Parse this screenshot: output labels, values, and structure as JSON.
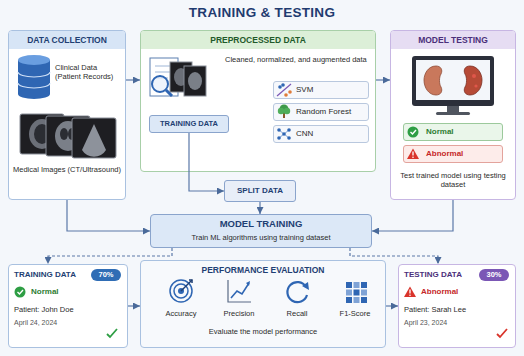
{
  "diagram": {
    "title": "TRAINING & TESTING",
    "nodes": [
      {
        "text": [
          "DATA COLLECTION",
          "Clinical Data (Patient Records)",
          "Medical Images (CT/Ultrasound)"
        ]
      },
      {
        "text": [
          "PREPROCESSED DATA",
          "Cleaned, normalized, and augmented data"
        ]
      },
      {
        "text": [
          "TRAINING DATA"
        ],
        "in": 1
      },
      {
        "text": [
          "SVM"
        ],
        "in": 1
      },
      {
        "text": [
          "Random Forest"
        ],
        "in": 1
      },
      {
        "text": [
          "CNN"
        ],
        "in": 1
      },
      {
        "text": [
          "SPLIT DATA"
        ]
      },
      {
        "text": [
          "MODEL TESTING",
          "Test trained model using testing dataset"
        ]
      },
      {
        "text": [
          "Normal"
        ],
        "in": 7
      },
      {
        "text": [
          "Abnormal"
        ],
        "in": 7
      },
      {
        "text": [
          "MODEL TRAINING",
          "Train ML algorithms using training dataset"
        ]
      },
      {
        "text": [
          "TRAINING DATA",
          "70%",
          "Normal",
          "Patient: John Doe",
          "April 24, 2024"
        ]
      },
      {
        "text": [
          "PERFORMANCE EVALUATION",
          "Accuracy",
          "Precision",
          "Recall",
          "F1-Score",
          "Evaluate the model performance"
        ]
      },
      {
        "text": [
          "TESTING DATA",
          "30%",
          "Abnormal",
          "Patient: Sarah Lee",
          "April 23, 2024"
        ]
      }
    ],
    "edges": [
      {
        "from": 0,
        "to": 1,
        "arrow": "to"
      },
      {
        "from": 1,
        "to": 7,
        "arrow": "to"
      },
      {
        "from": 2,
        "to": 6,
        "arrow": "to"
      },
      {
        "from": 6,
        "to": 10,
        "arrow": "to"
      },
      {
        "from": 0,
        "to": 10,
        "arrow": "to"
      },
      {
        "from": 7,
        "to": 10,
        "arrow": "to"
      },
      {
        "from": 10,
        "to": 11,
        "arrow": "to"
      },
      {
        "from": 10,
        "to": 13,
        "arrow": "to"
      },
      {
        "from": 11,
        "to": 12,
        "arrow": "to"
      },
      {
        "from": 12,
        "to": 13,
        "arrow": "to"
      }
    ]
  }
}
